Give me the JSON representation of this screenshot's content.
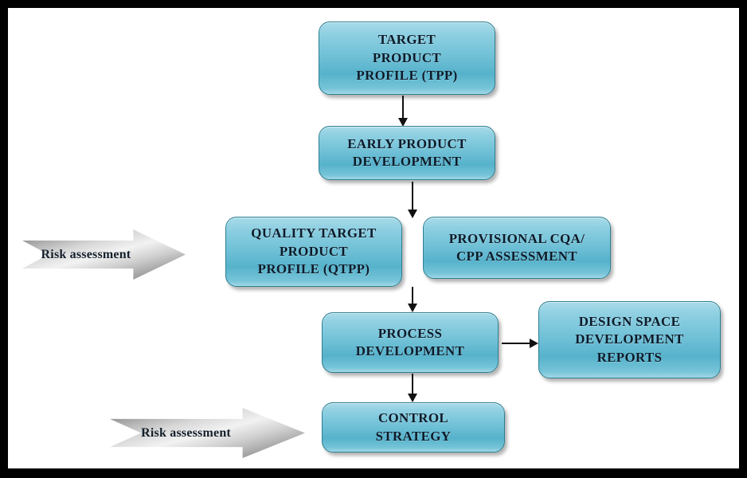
{
  "diagram": {
    "title": "QbD pharmaceutical development flowchart",
    "frame_color": "#000000",
    "canvas_color": "#ffffff",
    "node_fill_top": "#a9dbe8",
    "node_fill_bottom": "#56b2cb",
    "node_border": "#2d7f92",
    "arrow_color": "#111111",
    "risk_arrow_color": "#d9d9d9"
  },
  "nodes": [
    {
      "id": "tpp",
      "label": "TARGET\nPRODUCT\nPROFILE (TPP)"
    },
    {
      "id": "early",
      "label": "EARLY PRODUCT\nDEVELOPMENT"
    },
    {
      "id": "qtpp",
      "label": "QUALITY TARGET\nPRODUCT\nPROFILE (QTPP)"
    },
    {
      "id": "provisional",
      "label": "PROVISIONAL CQA/\nCPP ASSESSMENT"
    },
    {
      "id": "process",
      "label": "PROCESS\nDEVELOPMENT"
    },
    {
      "id": "design-space",
      "label": "DESIGN SPACE\nDEVELOPMENT\nREPORTS"
    },
    {
      "id": "control",
      "label": "CONTROL\nSTRATEGY"
    }
  ],
  "risk_arrows": [
    {
      "id": "risk-top",
      "label": "Risk assessment"
    },
    {
      "id": "risk-bottom",
      "label": "Risk assessment"
    }
  ]
}
